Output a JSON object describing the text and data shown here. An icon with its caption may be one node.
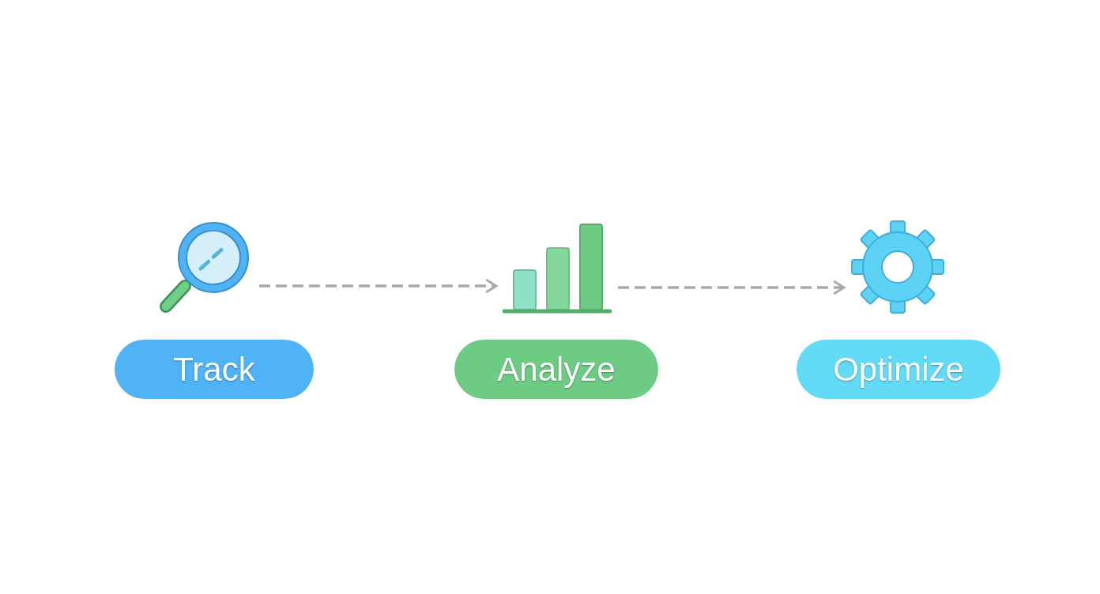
{
  "diagram": {
    "nodes": [
      {
        "text": [],
        "shape": "picture"
      },
      {
        "text": [
          "Track"
        ]
      },
      {
        "text": [],
        "shape": "picture"
      },
      {
        "text": [
          "Analyze"
        ]
      },
      {
        "text": [],
        "shape": "picture"
      },
      {
        "text": [
          "Optimize"
        ]
      }
    ],
    "edges": [
      {
        "from": 0,
        "to": 2,
        "arrow": "to",
        "style": "dashed"
      },
      {
        "from": 2,
        "to": 4,
        "arrow": "to",
        "style": "dashed"
      }
    ]
  }
}
